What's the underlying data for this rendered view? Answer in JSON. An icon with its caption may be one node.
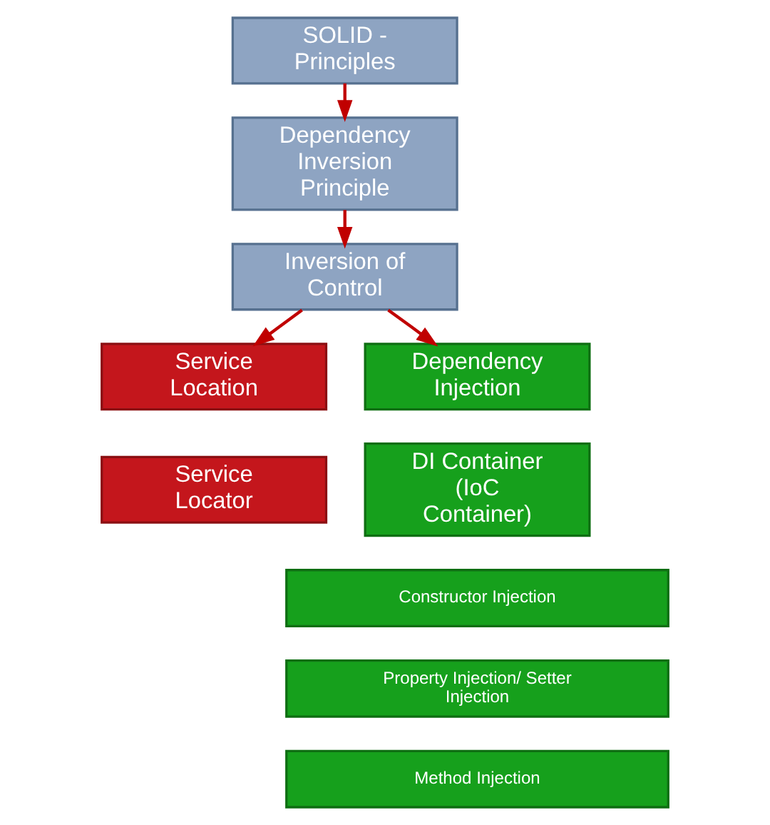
{
  "diagram": {
    "nodes": [
      {
        "text": [
          "SOLID - Principles"
        ]
      },
      {
        "text": [
          "Dependency Inversion Principle"
        ]
      },
      {
        "text": [
          "Inversion of Control"
        ]
      },
      {
        "text": [
          "Service Location"
        ]
      },
      {
        "text": [
          "Dependency Injection"
        ]
      },
      {
        "text": [
          "Service Locator"
        ]
      },
      {
        "text": [
          "DI Container (IoC Container)"
        ]
      },
      {
        "text": [
          "Constructor Injection"
        ]
      },
      {
        "text": [
          "Property Injection/ Setter Injection"
        ]
      },
      {
        "text": [
          "Method Injection"
        ]
      }
    ],
    "edges": [
      {
        "from": 0,
        "to": 1,
        "arrow": "to"
      },
      {
        "from": 1,
        "to": 2,
        "arrow": "to"
      },
      {
        "from": 2,
        "to": 3,
        "arrow": "to"
      },
      {
        "from": 2,
        "to": 4,
        "arrow": "to"
      }
    ]
  }
}
